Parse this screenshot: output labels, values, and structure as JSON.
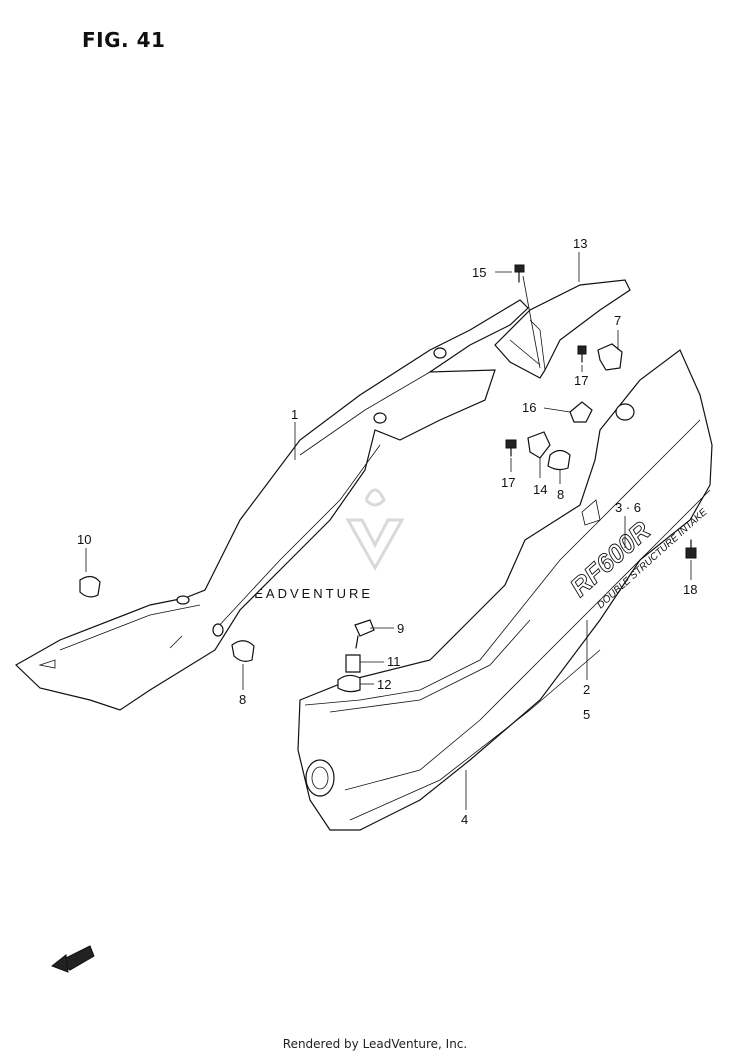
{
  "figure": {
    "title": "FIG. 41"
  },
  "watermark": {
    "text": "LEADVENTURE"
  },
  "callouts": [
    {
      "id": "c13",
      "label": "13"
    },
    {
      "id": "c15",
      "label": "15"
    },
    {
      "id": "c7",
      "label": "7"
    },
    {
      "id": "c17a",
      "label": "17"
    },
    {
      "id": "c16",
      "label": "16"
    },
    {
      "id": "c1",
      "label": "1"
    },
    {
      "id": "c17b",
      "label": "17"
    },
    {
      "id": "c14",
      "label": "14"
    },
    {
      "id": "c8a",
      "label": "8"
    },
    {
      "id": "c36",
      "label": "3 · 6"
    },
    {
      "id": "c10",
      "label": "10"
    },
    {
      "id": "c18",
      "label": "18"
    },
    {
      "id": "c9",
      "label": "9"
    },
    {
      "id": "c11",
      "label": "11"
    },
    {
      "id": "c12",
      "label": "12"
    },
    {
      "id": "c8b",
      "label": "8"
    },
    {
      "id": "c2",
      "label": "2"
    },
    {
      "id": "c5",
      "label": "5"
    },
    {
      "id": "c4",
      "label": "4"
    }
  ],
  "decal": {
    "model_text": "RF600R",
    "stripe_text": "DOUBLE STRUCTURE INTAKE"
  },
  "footer": {
    "text": "Rendered by LeadVenture, Inc."
  },
  "colors": {
    "line": "#111111",
    "watermark": "#d9d9d9",
    "background": "#ffffff"
  }
}
